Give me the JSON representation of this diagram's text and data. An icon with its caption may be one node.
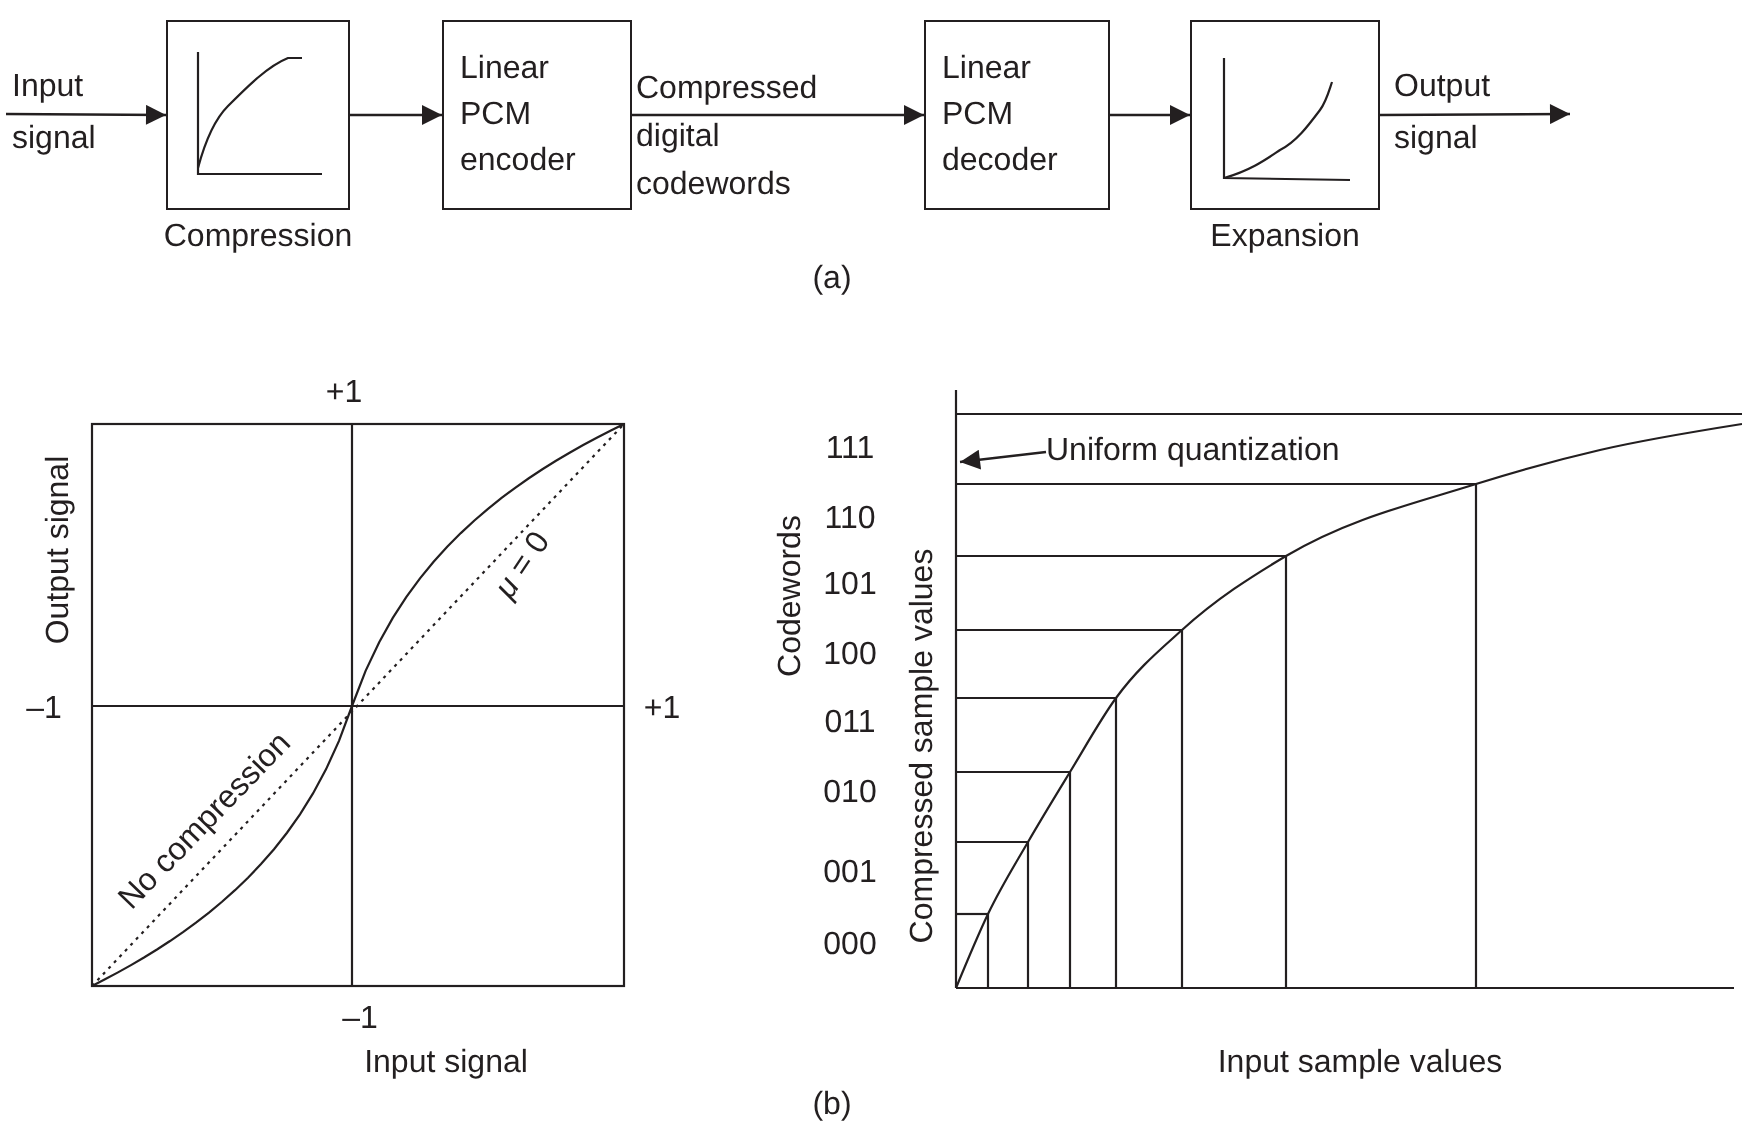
{
  "diagram": {
    "nodes": [
      {
        "text": [
          "Compression"
        ]
      },
      {
        "text": [
          "Linear PCM encoder"
        ]
      },
      {
        "text": [
          "Linear PCM decoder"
        ]
      },
      {
        "text": [
          "Expansion"
        ]
      },
      {
        "text": [
          "Uniform quantization"
        ]
      }
    ],
    "edges": [
      {
        "from": null,
        "to": 0,
        "arrow": "to",
        "label": "Input signal"
      },
      {
        "from": 0,
        "to": 1,
        "arrow": "to"
      },
      {
        "from": 1,
        "to": 2,
        "arrow": "to",
        "label": "Compressed digital codewords"
      },
      {
        "from": 2,
        "to": 3,
        "arrow": "to"
      },
      {
        "from": 3,
        "to": null,
        "arrow": "to",
        "label": "Output signal"
      },
      {
        "from": 4,
        "to": null,
        "arrow": "to"
      }
    ],
    "labels": [
      "(a)",
      "+1",
      "Output signal",
      "–1",
      "No compression",
      "*μ* = 0",
      "+1",
      "–1",
      "Input signal",
      "111",
      "110",
      "Codewords",
      "Compressed sample values",
      "101",
      "100",
      "011",
      "010",
      "001",
      "000",
      "Input sample values",
      "(b)"
    ]
  }
}
